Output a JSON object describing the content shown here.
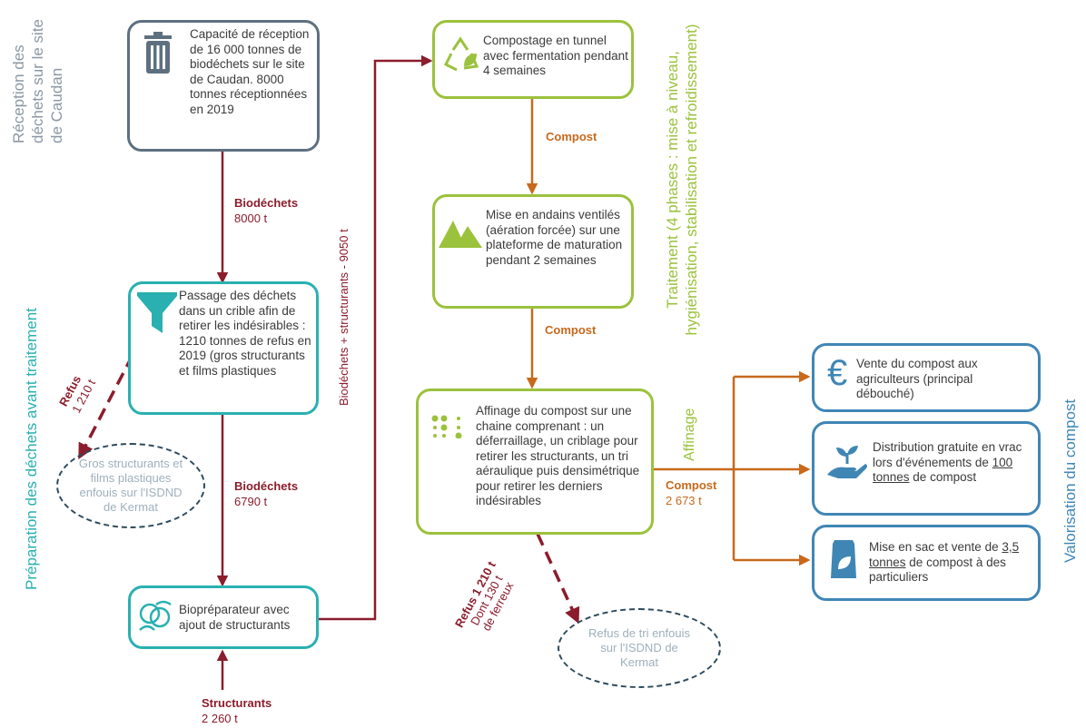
{
  "sections": {
    "reception": "Réception des déchets sur le site de Caudan",
    "preparation": "Préparation des déchets avant traitement",
    "traitement": "Traitement (4 phases : mise à niveau, hygiénisation, stabilisation et refroidissement)",
    "valorisation": "Valorisation du compost"
  },
  "boxes": {
    "reception": "Capacité de réception de 16 000 tonnes de biodéchets sur le site de Caudan. 8000 tonnes réceptionnées en 2019",
    "crible": "Passage des déchets dans un crible afin de retirer les indésirables : 1210 tonnes de refus en 2019 (gros structurants et films plastiques",
    "biopreparateur": "Biopréparateur avec ajout de structurants",
    "tunnel": "Compostage en tunnel avec fermentation pendant 4 semaines",
    "andains": "Mise en andains ventilés (aération forcée) sur une plateforme de maturation pendant 2 semaines",
    "affinage": "Affinage du compost sur une chaine comprenant : un déferraillage, un criblage pour retirer les structurants, un tri aéraulique puis densimétrique pour retirer les derniers indésirables",
    "vente": "Vente du compost aux agriculteurs (principal débouché)",
    "distribution_pre": "Distribution gratuite en vrac lors d'événements de ",
    "distribution_u": "100 tonnes",
    "distribution_post": " de compost",
    "sac_pre": "Mise en sac et vente de ",
    "sac_u": "3,5 tonnes",
    "sac_post": " de compost à des particuliers"
  },
  "ellipses": {
    "gros": "Gros structurants et films plastiques enfouis sur l'ISDND de Kermat",
    "refus_tri": "Refus de tri enfouis sur l'ISDND de Kermat"
  },
  "flows": {
    "biodechets1_label": "Biodéchets",
    "biodechets1_value": "8000 t",
    "biodechets2_label": "Biodéchets",
    "biodechets2_value": "6790 t",
    "refus1_label": "Refus",
    "refus1_value": "1 210 t",
    "structurants_label": "Structurants",
    "structurants_value": "2 260 t",
    "bio_struct": "Biodéchets + structurants - 9050 t",
    "compost1": "Compost",
    "compost2": "Compost",
    "affinage_label": "Affinage",
    "compost3_label": "Compost",
    "compost3_value": "2 673 t",
    "refus2_line1": "Refus 1 210 t",
    "refus2_line2": "Dont 130 t",
    "refus2_line3": "de ferreux"
  },
  "colors": {
    "slate": "#5e7080",
    "teal": "#2ab0b0",
    "green": "#9bc23c",
    "blue": "#3f86b5",
    "darkred": "#8b1d2c",
    "orange": "#c8691c"
  }
}
